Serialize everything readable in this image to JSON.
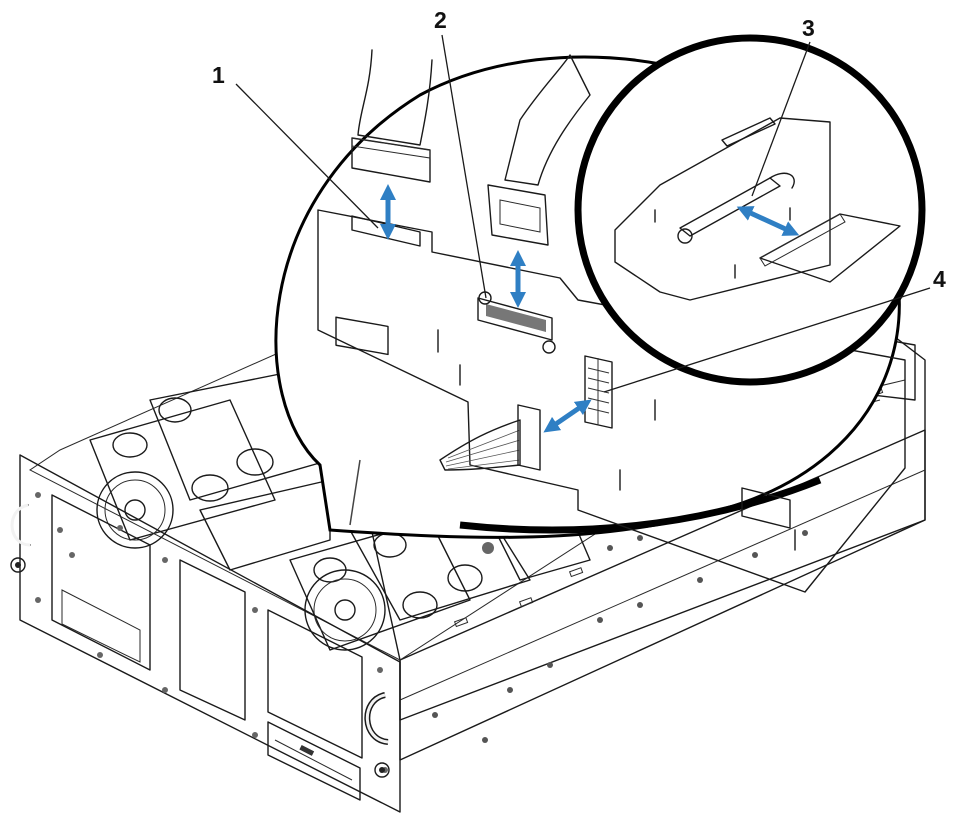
{
  "callouts": [
    {
      "id": "1",
      "label": "1"
    },
    {
      "id": "2",
      "label": "2"
    },
    {
      "id": "3",
      "label": "3"
    },
    {
      "id": "4",
      "label": "4"
    }
  ],
  "colors": {
    "arrow": "#2f7fc4",
    "panel": "#d8d8d8",
    "metal": "#e3e3e3",
    "outline": "#1a1a1a",
    "background": "#ffffff"
  },
  "icons": {
    "double_arrow": "double-headed-arrow-icon",
    "handle": "chassis-handle-icon",
    "fan": "cooling-fan-icon",
    "thumbscrew": "thumbscrew-icon"
  }
}
